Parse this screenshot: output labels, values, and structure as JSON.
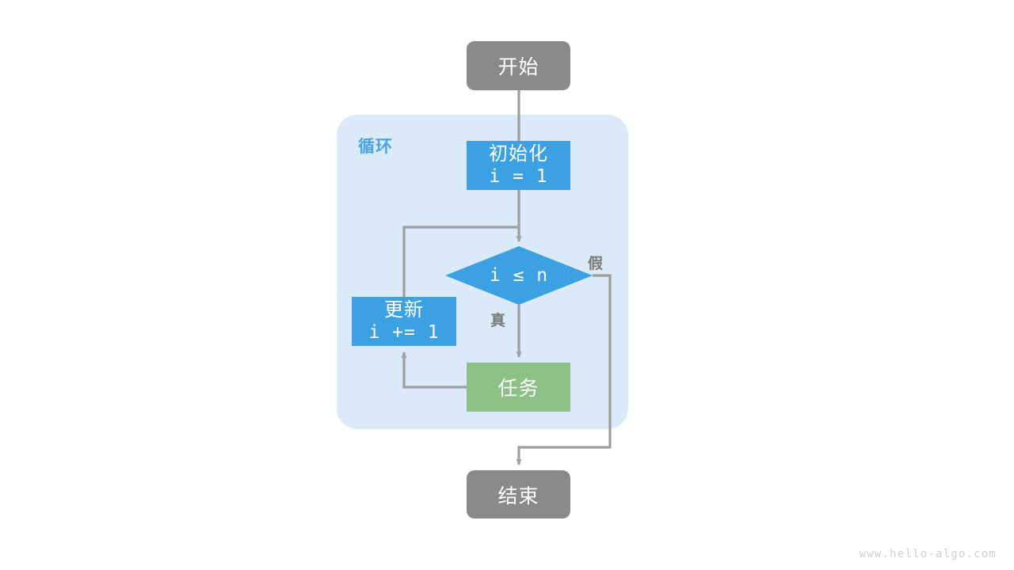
{
  "diagram": {
    "title": "for-loop-flowchart",
    "colors": {
      "terminal_fill": "#8a8a8a",
      "process_fill": "#3ba1e3",
      "task_fill": "#8cc186",
      "group_fill": "#daeaf8",
      "connector": "#9e9e9e",
      "label_text": "#7b7b7b",
      "group_label_text": "#4aa3e3",
      "node_text": "#ffffff",
      "watermark_text": "#cfcfcf",
      "background": "#ffffff"
    }
  },
  "nodes": {
    "start": {
      "label": "开始",
      "shape": "rounded-rectangle",
      "fill": "#8a8a8a"
    },
    "init": {
      "label_line1": "初始化",
      "label_line2": "i = 1",
      "shape": "rectangle",
      "fill": "#3ba1e3"
    },
    "condition": {
      "label": "i ≤ n",
      "shape": "diamond",
      "fill": "#3ba1e3"
    },
    "update": {
      "label_line1": "更新",
      "label_line2": "i += 1",
      "shape": "rectangle",
      "fill": "#3ba1e3"
    },
    "task": {
      "label": "任务",
      "shape": "rectangle",
      "fill": "#8cc186"
    },
    "end": {
      "label": "结束",
      "shape": "rounded-rectangle",
      "fill": "#8a8a8a"
    }
  },
  "group": {
    "label": "循环"
  },
  "edges": {
    "true_label": "真",
    "false_label": "假"
  },
  "watermark": {
    "text": "www.hello-algo.com"
  }
}
